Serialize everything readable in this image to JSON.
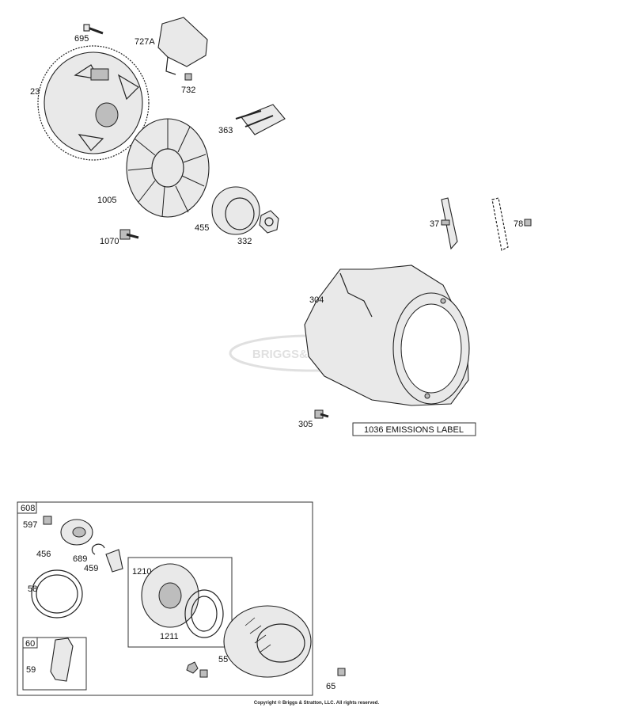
{
  "diagram": {
    "labels": {
      "p695": "695",
      "p727a": "727A",
      "p732": "732",
      "p23": "23",
      "p363": "363",
      "p1005": "1005",
      "p455": "455",
      "p332": "332",
      "p1070": "1070",
      "p37": "37",
      "p78": "78",
      "p304": "304",
      "p305": "305",
      "p608": "608",
      "p597": "597",
      "p456": "456",
      "p689": "689",
      "p459": "459",
      "p58": "58",
      "p1210": "1210",
      "p1211": "1211",
      "p60": "60",
      "p59": "59",
      "p55": "55",
      "p65": "65"
    },
    "emissions_label": "1036 EMISSIONS LABEL",
    "watermark": "BRIGGS&STRATTON",
    "copyright": "Copyright © Briggs & Stratton, LLC. All rights reserved."
  }
}
